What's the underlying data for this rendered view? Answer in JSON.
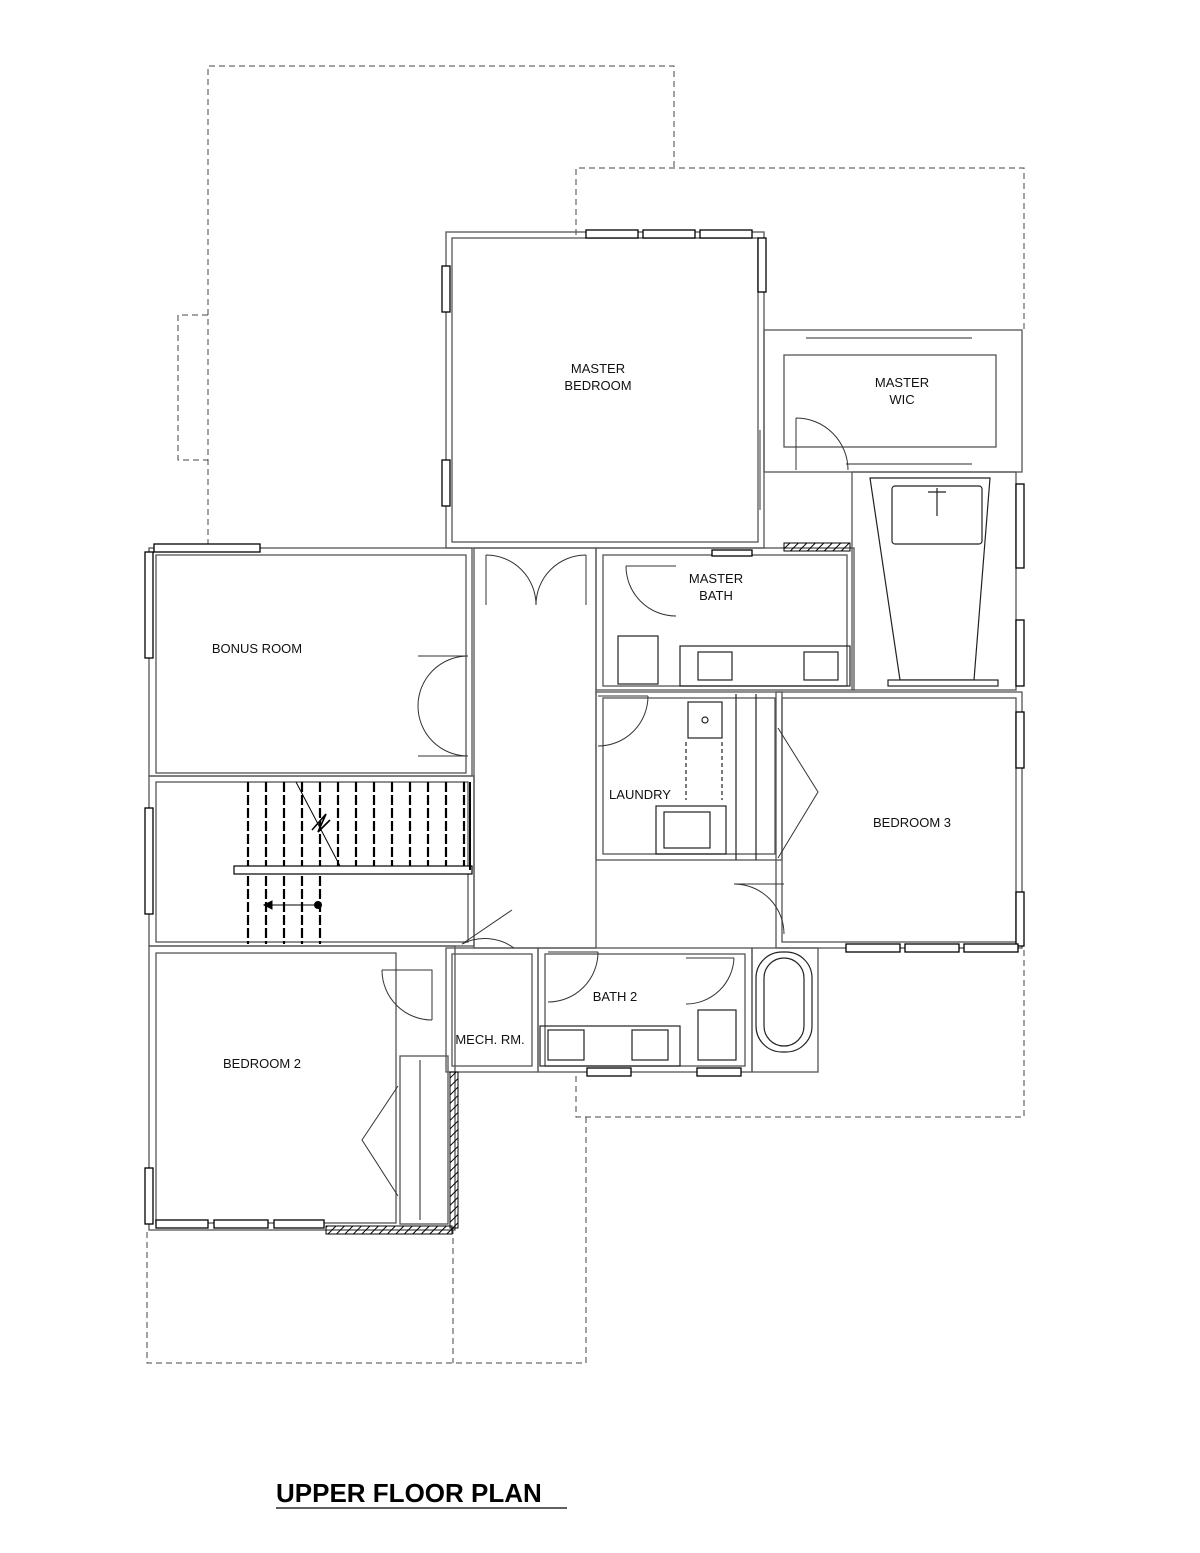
{
  "plan": {
    "title": "UPPER FLOOR PLAN",
    "rooms": {
      "master_bedroom": [
        "MASTER",
        "BEDROOM"
      ],
      "master_wic": [
        "MASTER",
        "WIC"
      ],
      "master_bath": [
        "MASTER",
        "BATH"
      ],
      "bonus_room": "BONUS ROOM",
      "laundry": "LAUNDRY",
      "bedroom_3": "BEDROOM 3",
      "bath_2": "BATH 2",
      "mech_rm": "MECH. RM.",
      "bedroom_2": "BEDROOM 2"
    }
  },
  "colors": {
    "wall": "#555555",
    "line": "#111111",
    "hatch": "#000000",
    "background": "#ffffff"
  }
}
